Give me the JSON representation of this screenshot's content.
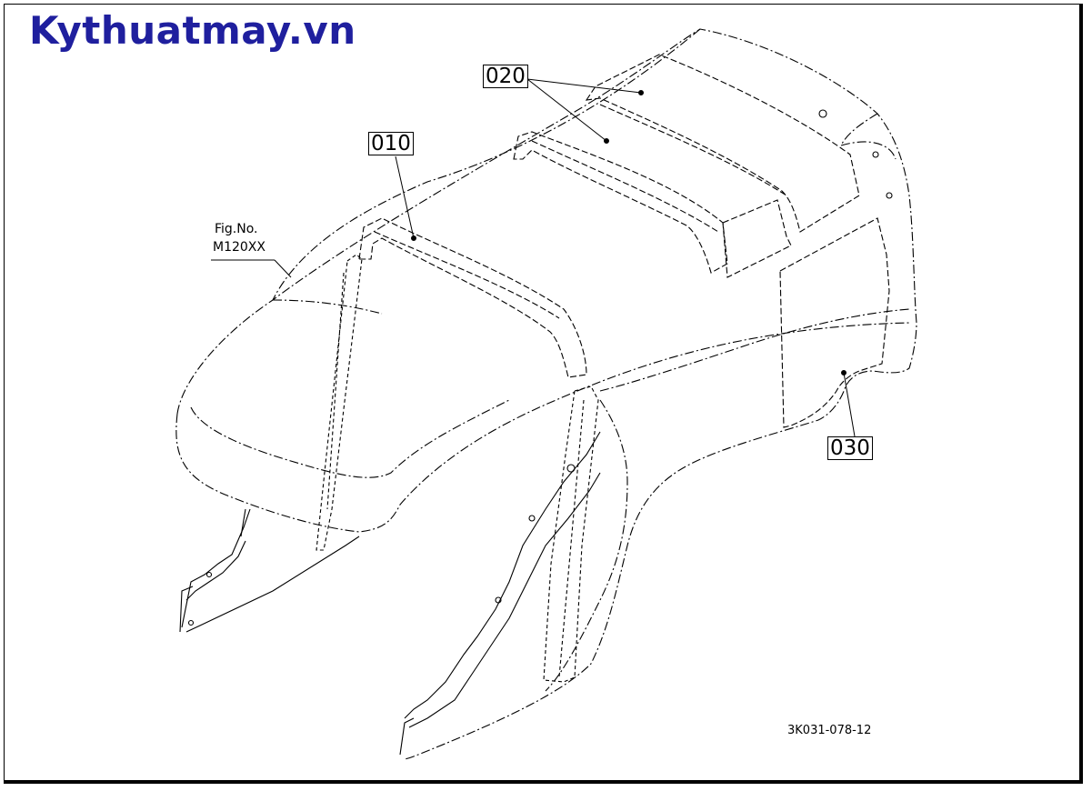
{
  "site_title": "Kythuatmay.vn",
  "fig_label": "Fig.No.",
  "fig_number": "M120XX",
  "callouts": {
    "part_010": "010",
    "part_020": "020",
    "part_030": "030"
  },
  "drawing_code": "3K031-078-12",
  "colors": {
    "title": "#1f1f9e",
    "line": "#000000",
    "background": "#ffffff"
  }
}
